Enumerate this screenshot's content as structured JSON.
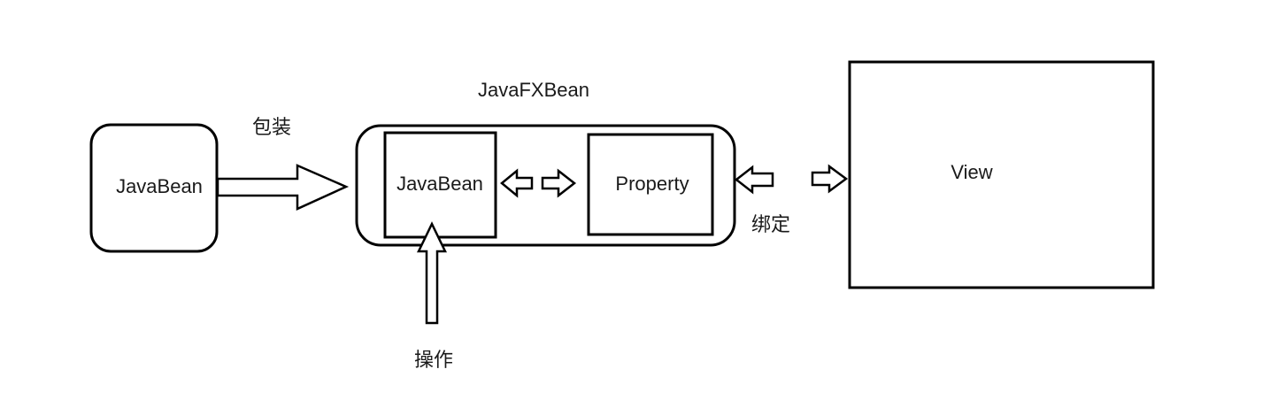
{
  "diagram": {
    "title": "JavaFXBean",
    "nodes": {
      "javabean_left": "JavaBean",
      "javabean_inner": "JavaBean",
      "property": "Property",
      "view": "View"
    },
    "labels": {
      "wrap": "包装",
      "operate": "操作",
      "bind": "绑定"
    },
    "colors": {
      "stroke": "#000000",
      "background": "#ffffff",
      "text": "#1a1a1a"
    }
  }
}
